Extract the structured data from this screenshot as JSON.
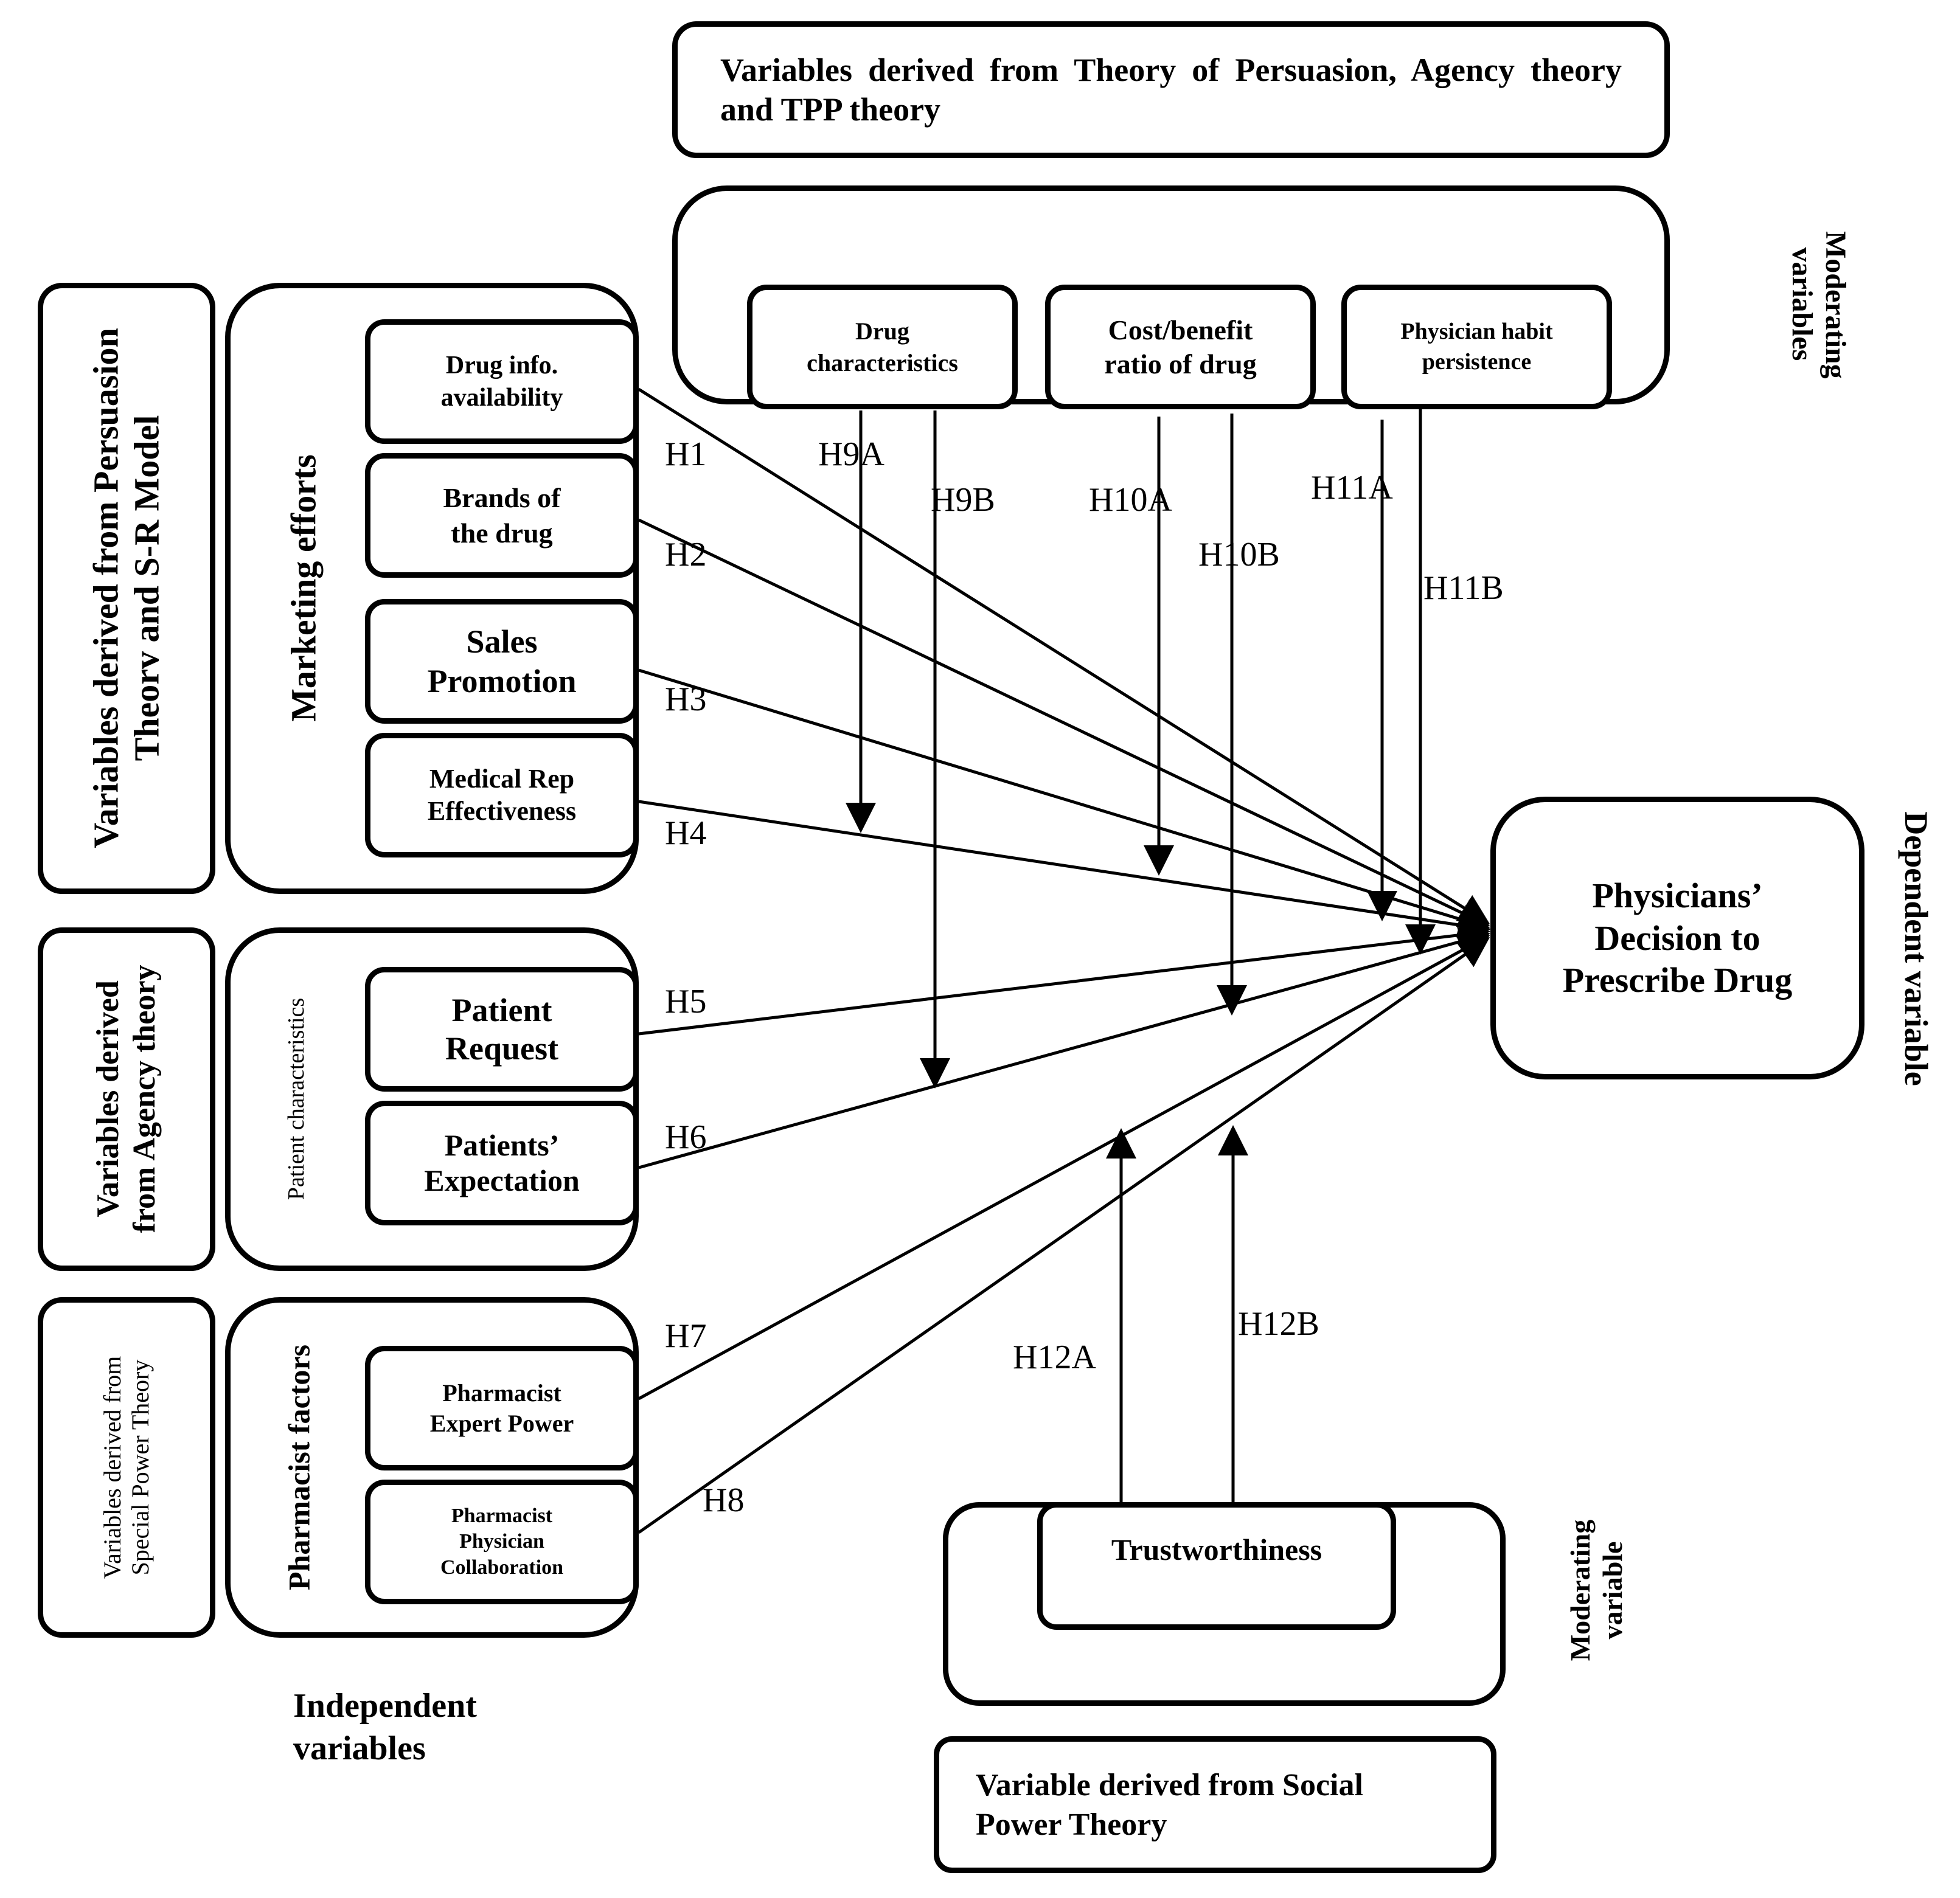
{
  "top_source": {
    "text": "Variables derived from Theory of Persuasion, Agency theory and TPP theory"
  },
  "moderating_variables": {
    "label": "Moderating\nvariables",
    "drug_characteristics": "Drug\ncharacteristics",
    "cost_benefit": "Cost/benefit\nratio of drug",
    "physician_habit": "Physician habit\npersistence"
  },
  "independent": {
    "sources": {
      "persuasion": "Variables derived from Persuasion\nTheorv and S-R Model",
      "agency": "Variables derived\nfrom Agency theory",
      "social_power": "Variables derived from\nSpecial Power Theory"
    },
    "groups": {
      "marketing": "Marketing efforts",
      "patient": "Patient characteristics",
      "pharmacist": "Pharmacist factors"
    },
    "items": {
      "drug_info": "Drug info.\navailability",
      "brands": "Brands of\nthe drug",
      "sales_promotion": "Sales\nPromotion",
      "medical_rep": "Medical Rep\nEffectiveness",
      "patient_request": "Patient\nRequest",
      "patients_expectation": "Patients’\nExpectation",
      "pharmacist_expert": "Pharmacist\nExpert Power",
      "pharmacist_collab": "Pharmacist\nPhysician\nCollaboration"
    },
    "footer": "Independent\nvariables"
  },
  "dependent": {
    "box": "Physicians’\nDecision to\nPrescribe Drug",
    "label": "Dependent variable"
  },
  "bottom": {
    "trustworthiness": "Trustworthiness",
    "moderating_label": "Moderating\nvariable",
    "source": "Variable derived from Social\nPower Theory"
  },
  "hypotheses": {
    "h1": "H1",
    "h2": "H2",
    "h3": "H3",
    "h4": "H4",
    "h5": "H5",
    "h6": "H6",
    "h7": "H7",
    "h8": "H8",
    "h9a": "H9A",
    "h9b": "H9B",
    "h10a": "H10A",
    "h10b": "H10B",
    "h11a": "H11A",
    "h11b": "H11B",
    "h12a": "H12A",
    "h12b": "H12B"
  }
}
